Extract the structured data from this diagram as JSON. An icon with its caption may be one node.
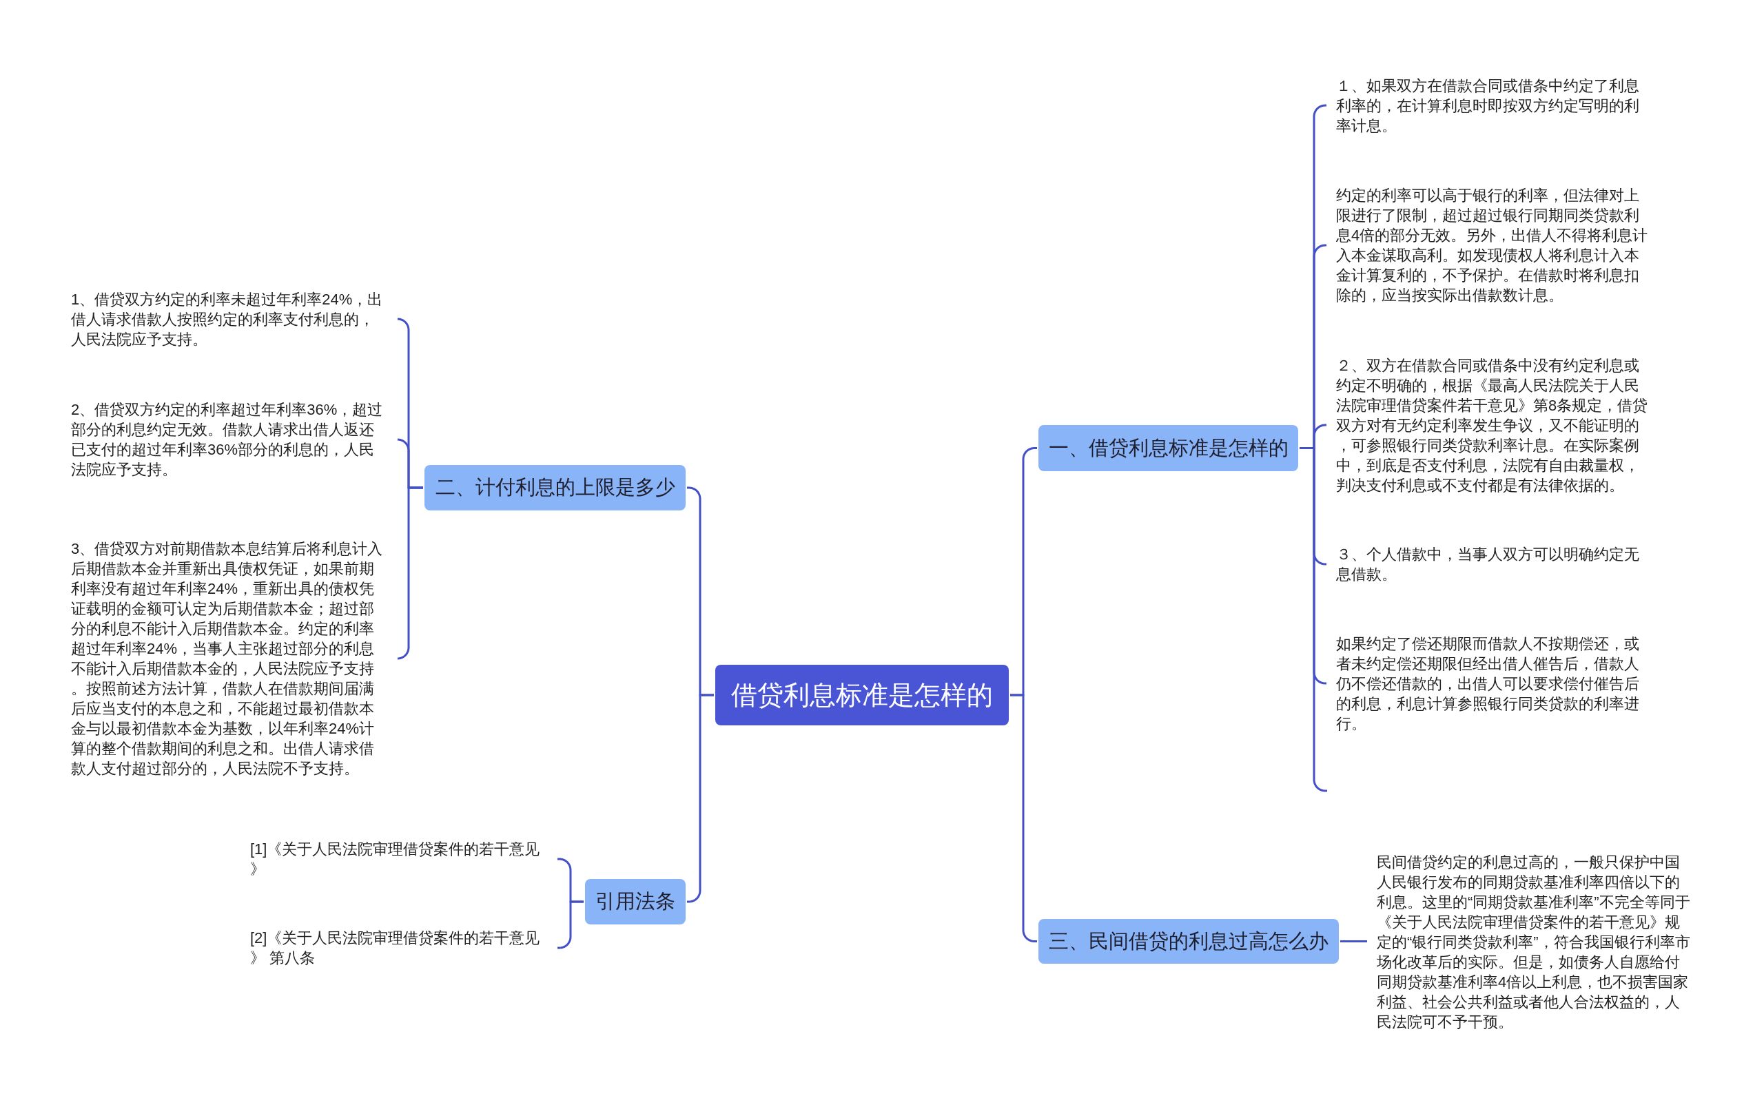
{
  "diagram": {
    "nodes": [
      {
        "text": [
          "借贷利息标准是怎样的"
        ]
      },
      {
        "text": [
          "一、借贷利息标准是怎样的"
        ]
      },
      {
        "text": [
          "１、如果双方在借款合同或借条中约定了利息利率的，在计算利息时即按双方约定写明的利率计息。"
        ]
      },
      {
        "text": [
          "约定的利率可以高于银行的利率，但法律对上限进行了限制，超过超过银行同期同类贷款利息4倍的部分无效。另外，出借人不得将利息计入本金谋取高利。如发现债权人将利息计入本金计算复利的，不予保护。在借款时将利息扣除的，应当按实际出借款数计息。"
        ]
      },
      {
        "text": [
          "２、双方在借款合同或借条中没有约定利息或约定不明确的，根据《最高人民法院关于人民法院审理借贷案件若干意见》第8条规定，借贷双方对有无约定利率发生争议，又不能证明的，可参照银行同类贷款利率计息。在实际案例中，到底是否支付利息，法院有自由裁量权，判决支付利息或不支付都是有法律依据的。"
        ]
      },
      {
        "text": [
          "３、个人借款中，当事人双方可以明确约定无息借款。"
        ]
      },
      {
        "text": [
          "如果约定了偿还期限而借款人不按期偿还，或者未约定偿还期限但经出借人催告后，借款人仍不偿还借款的，出借人可以要求偿付催告后的利息，利息计算参照银行同类贷款的利率进行。"
        ]
      },
      {
        "text": [
          "三、民间借贷的利息过高怎么办"
        ]
      },
      {
        "text": [
          "民间借贷约定的利息过高的，一般只保护中国人民银行发布的同期贷款基准利率四倍以下的利息。这里的“同期贷款基准利率”不完全等同于《关于人民法院审理借贷案件的若干意见》规定的“银行同类贷款利率”，符合我国银行利率市场化改革后的实际。但是，如债务人自愿给付同期贷款基准利率4倍以上利息，也不损害国家利益、社会公共利益或者他人合法权益的，人民法院可不予干预。"
        ]
      },
      {
        "text": [
          "二、计付利息的上限是多少"
        ]
      },
      {
        "text": [
          "1、借贷双方约定的利率未超过年利率24%，出借人请求借款人按照约定的利率支付利息的，人民法院应予支持。"
        ]
      },
      {
        "text": [
          "2、借贷双方约定的利率超过年利率36%，超过部分的利息约定无效。借款人请求出借人返还已支付的超过年利率36%部分的利息的，人民法院应予支持。"
        ]
      },
      {
        "text": [
          "3、借贷双方对前期借款本息结算后将利息计入后期借款本金并重新出具债权凭证，如果前期利率没有超过年利率24%，重新出具的债权凭证载明的金额可认定为后期借款本金；超过部分的利息不能计入后期借款本金。约定的利率超过年利率24%，当事人主张超过部分的利息不能计入后期借款本金的，人民法院应予支持。按照前述方法计算，借款人在借款期间届满后应当支付的本息之和，不能超过最初借款本金与以最初借款本金为基数，以年利率24%计算的整个借款期间的利息之和。出借人请求借款人支付超过部分的，人民法院不予支持。"
        ]
      },
      {
        "text": [
          "引用法条"
        ]
      },
      {
        "text": [
          "[1]《关于人民法院审理借贷案件的若干意见》"
        ]
      },
      {
        "text": [
          "[2]《关于人民法院审理借贷案件的若干意见》 第八条"
        ]
      }
    ],
    "edges": [
      {
        "from": 0,
        "to": 1,
        "arrow": "none"
      },
      {
        "from": 0,
        "to": 7,
        "arrow": "none"
      },
      {
        "from": 0,
        "to": 9,
        "arrow": "none"
      },
      {
        "from": 0,
        "to": 13,
        "arrow": "none"
      },
      {
        "from": 1,
        "to": 2,
        "arrow": "none"
      },
      {
        "from": 1,
        "to": 3,
        "arrow": "none"
      },
      {
        "from": 1,
        "to": 4,
        "arrow": "none"
      },
      {
        "from": 1,
        "to": 5,
        "arrow": "none"
      },
      {
        "from": 1,
        "to": 6,
        "arrow": "none"
      },
      {
        "from": 1,
        "to": null,
        "arrow": "none"
      },
      {
        "from": 7,
        "to": 8,
        "arrow": "none"
      },
      {
        "from": 9,
        "to": 10,
        "arrow": "none"
      },
      {
        "from": 9,
        "to": 11,
        "arrow": "none"
      },
      {
        "from": 9,
        "to": 12,
        "arrow": "none"
      },
      {
        "from": 13,
        "to": 14,
        "arrow": "none"
      },
      {
        "from": 13,
        "to": 15,
        "arrow": "none"
      }
    ]
  }
}
